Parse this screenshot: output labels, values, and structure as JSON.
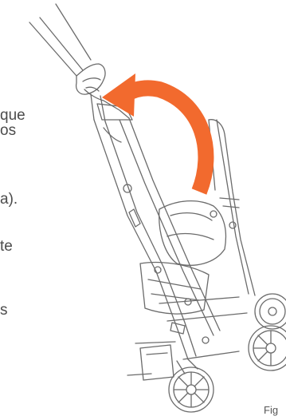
{
  "text_fragments": [
    "que",
    "os",
    "a).",
    "te",
    "s"
  ],
  "figure_caption": "Fig",
  "colors": {
    "arrow": "#f26a2e",
    "line_art": "#6b6b6b",
    "text": "#4c4c4c"
  }
}
